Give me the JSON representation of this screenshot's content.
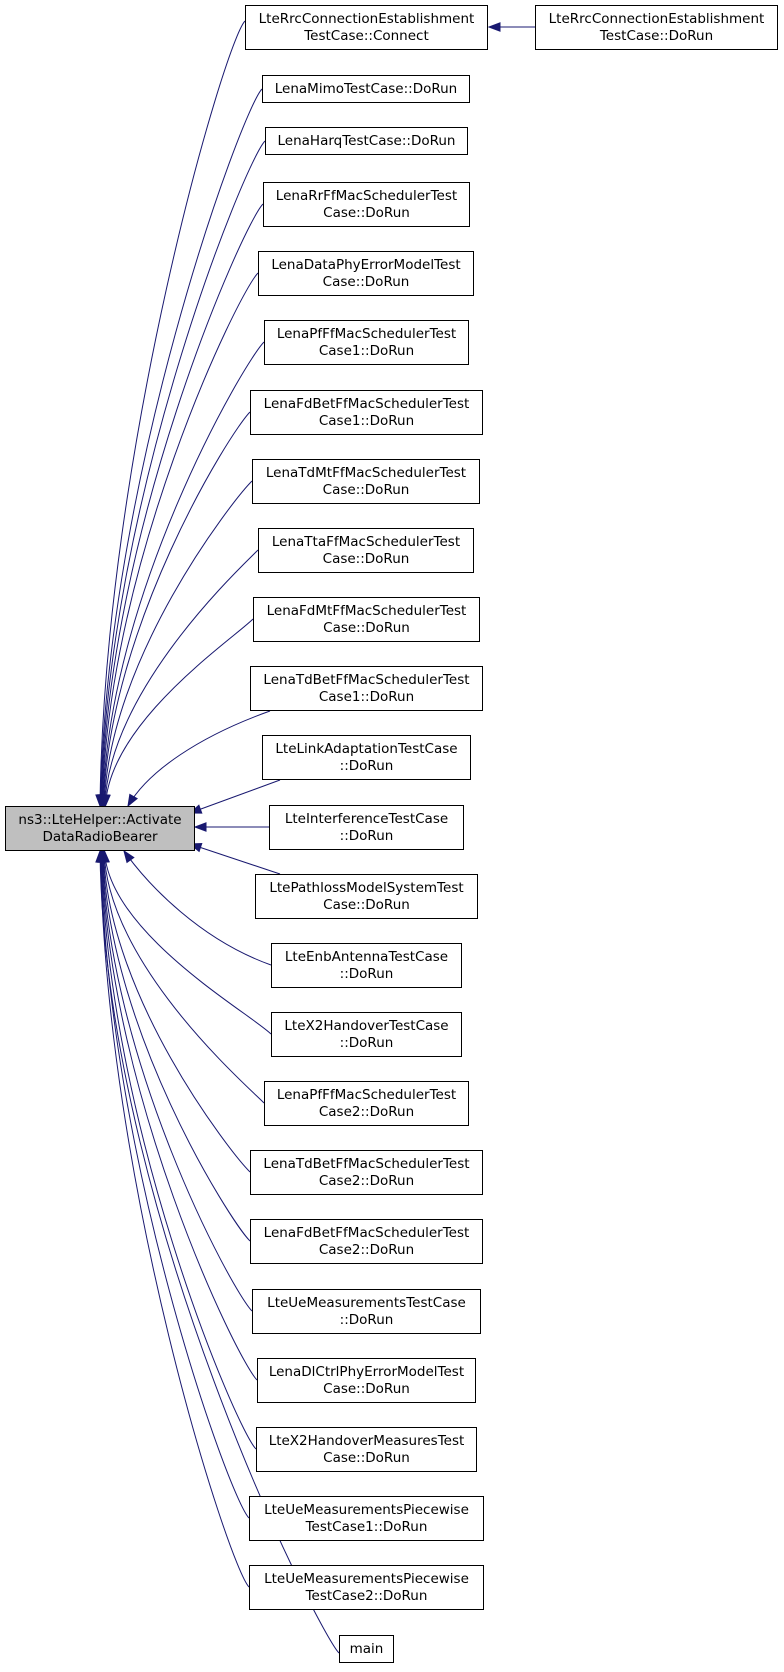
{
  "colors": {
    "edge": "#191970",
    "root_fill": "#bfbfbf",
    "node_fill": "#ffffff",
    "border": "#000000"
  },
  "root": {
    "label": "ns3::LteHelper::Activate\nDataRadioBearer"
  },
  "callers": [
    {
      "label": "LteRrcConnectionEstablishment\nTestCase::Connect"
    },
    {
      "label": "LenaMimoTestCase::DoRun"
    },
    {
      "label": "LenaHarqTestCase::DoRun"
    },
    {
      "label": "LenaRrFfMacSchedulerTest\nCase::DoRun"
    },
    {
      "label": "LenaDataPhyErrorModelTest\nCase::DoRun"
    },
    {
      "label": "LenaPfFfMacSchedulerTest\nCase1::DoRun"
    },
    {
      "label": "LenaFdBetFfMacSchedulerTest\nCase1::DoRun"
    },
    {
      "label": "LenaTdMtFfMacSchedulerTest\nCase::DoRun"
    },
    {
      "label": "LenaTtaFfMacSchedulerTest\nCase::DoRun"
    },
    {
      "label": "LenaFdMtFfMacSchedulerTest\nCase::DoRun"
    },
    {
      "label": "LenaTdBetFfMacSchedulerTest\nCase1::DoRun"
    },
    {
      "label": "LteLinkAdaptationTestCase\n::DoRun"
    },
    {
      "label": "LteInterferenceTestCase\n::DoRun"
    },
    {
      "label": "LtePathlossModelSystemTest\nCase::DoRun"
    },
    {
      "label": "LteEnbAntennaTestCase\n::DoRun"
    },
    {
      "label": "LteX2HandoverTestCase\n::DoRun"
    },
    {
      "label": "LenaPfFfMacSchedulerTest\nCase2::DoRun"
    },
    {
      "label": "LenaTdBetFfMacSchedulerTest\nCase2::DoRun"
    },
    {
      "label": "LenaFdBetFfMacSchedulerTest\nCase2::DoRun"
    },
    {
      "label": "LteUeMeasurementsTestCase\n::DoRun"
    },
    {
      "label": "LenaDlCtrlPhyErrorModelTest\nCase::DoRun"
    },
    {
      "label": "LteX2HandoverMeasuresTest\nCase::DoRun"
    },
    {
      "label": "LteUeMeasurementsPiecewise\nTestCase1::DoRun"
    },
    {
      "label": "LteUeMeasurementsPiecewise\nTestCase2::DoRun"
    },
    {
      "label": "main"
    }
  ],
  "second_level": {
    "label": "LteRrcConnectionEstablishment\nTestCase::DoRun",
    "calls": 0
  }
}
